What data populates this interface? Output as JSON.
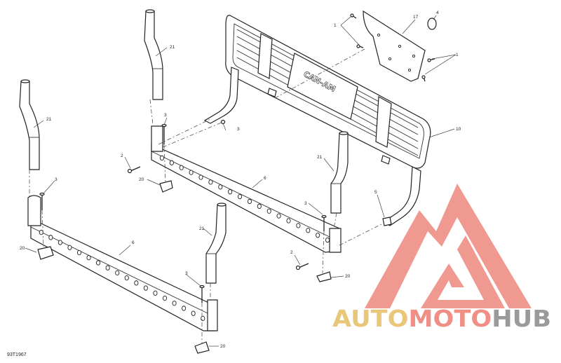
{
  "diagram": {
    "reference_code": "93T1967",
    "callouts": {
      "c1a": "1",
      "c1b": "1",
      "c2a": "2",
      "c2b": "2",
      "c3a": "3",
      "c3b": "3",
      "c3c": "3",
      "c3d": "3",
      "c3e": "3",
      "c4": "4",
      "c5": "5",
      "c6a": "6",
      "c6b": "6",
      "c10": "10",
      "c17": "17",
      "c20a": "20",
      "c20b": "20",
      "c20c": "20",
      "c20d": "20",
      "c21a": "21",
      "c21b": "21",
      "c21c": "21",
      "c21d": "21"
    },
    "nameplate_text": "CAN-AM"
  },
  "watermark": {
    "word_part1": "AUTO",
    "word_part2": "MOTO",
    "word_part3": "HUB",
    "color_gold": "#e8c77a",
    "color_red": "#ef8f86",
    "color_grey": "#9a9a9a"
  }
}
